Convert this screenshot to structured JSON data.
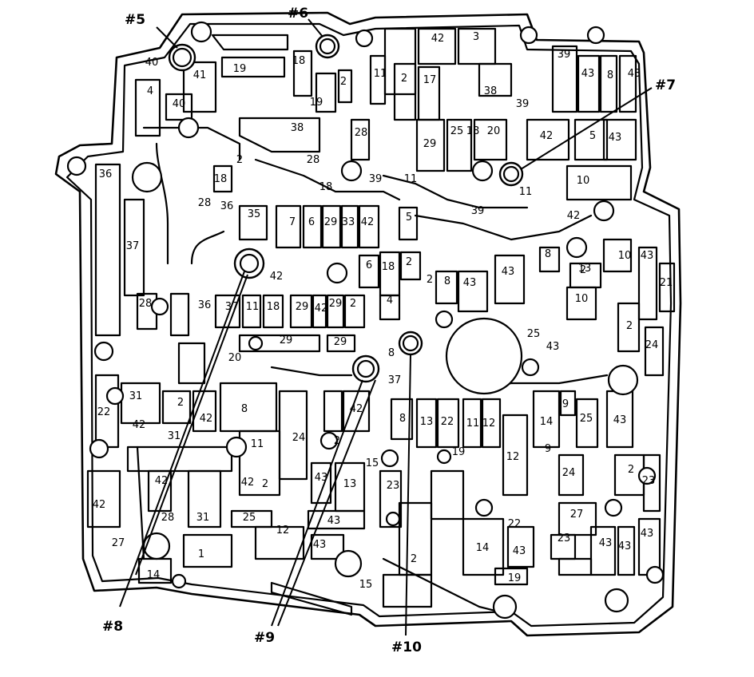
{
  "passage_numbers": [
    "1",
    "2",
    "3",
    "4",
    "5",
    "6",
    "7",
    "8",
    "9",
    "10",
    "11",
    "12",
    "13",
    "14",
    "15",
    "17",
    "18",
    "19",
    "20",
    "21",
    "22",
    "23",
    "24",
    "25",
    "27",
    "28",
    "29",
    "31",
    "33",
    "35",
    "36",
    "37",
    "38",
    "39",
    "40",
    "41",
    "42",
    "43"
  ],
  "callouts": [
    {
      "id": "c5",
      "label": "#5"
    },
    {
      "id": "c6",
      "label": "#6"
    },
    {
      "id": "c7",
      "label": "#7"
    },
    {
      "id": "c8",
      "label": "#8"
    },
    {
      "id": "c9",
      "label": "#9"
    },
    {
      "id": "c10",
      "label": "#10"
    }
  ],
  "labels": [
    "42",
    "3",
    "40",
    "41",
    "19",
    "18",
    "2",
    "11",
    "2",
    "17",
    "39",
    "43",
    "8",
    "43",
    "4",
    "40",
    "19",
    "38",
    "28",
    "38",
    "39",
    "25",
    "18",
    "20",
    "42",
    "5",
    "43",
    "36",
    "18",
    "28",
    "18",
    "39",
    "11",
    "29",
    "10",
    "28",
    "36",
    "35",
    "7",
    "6",
    "29",
    "33",
    "42",
    "5",
    "39",
    "42",
    "2",
    "11",
    "37",
    "6",
    "18",
    "2",
    "2",
    "8",
    "43",
    "43",
    "8",
    "2",
    "10",
    "43",
    "21",
    "42",
    "18",
    "29",
    "42",
    "29",
    "2",
    "4",
    "28",
    "36",
    "37",
    "11",
    "10",
    "2",
    "13",
    "29",
    "29",
    "8",
    "25",
    "43",
    "24",
    "20",
    "37",
    "31",
    "2",
    "42",
    "8",
    "42",
    "11",
    "11",
    "12",
    "14",
    "9",
    "25",
    "43",
    "22",
    "42",
    "22",
    "31",
    "24",
    "2",
    "8",
    "13",
    "19",
    "15",
    "12",
    "9",
    "2",
    "42",
    "24",
    "42",
    "2",
    "13",
    "43",
    "23",
    "23",
    "42",
    "28",
    "31",
    "25",
    "12",
    "43",
    "22",
    "27",
    "27",
    "1",
    "43",
    "2",
    "14",
    "43",
    "23",
    "19",
    "43",
    "14",
    "15",
    "43",
    "43"
  ]
}
